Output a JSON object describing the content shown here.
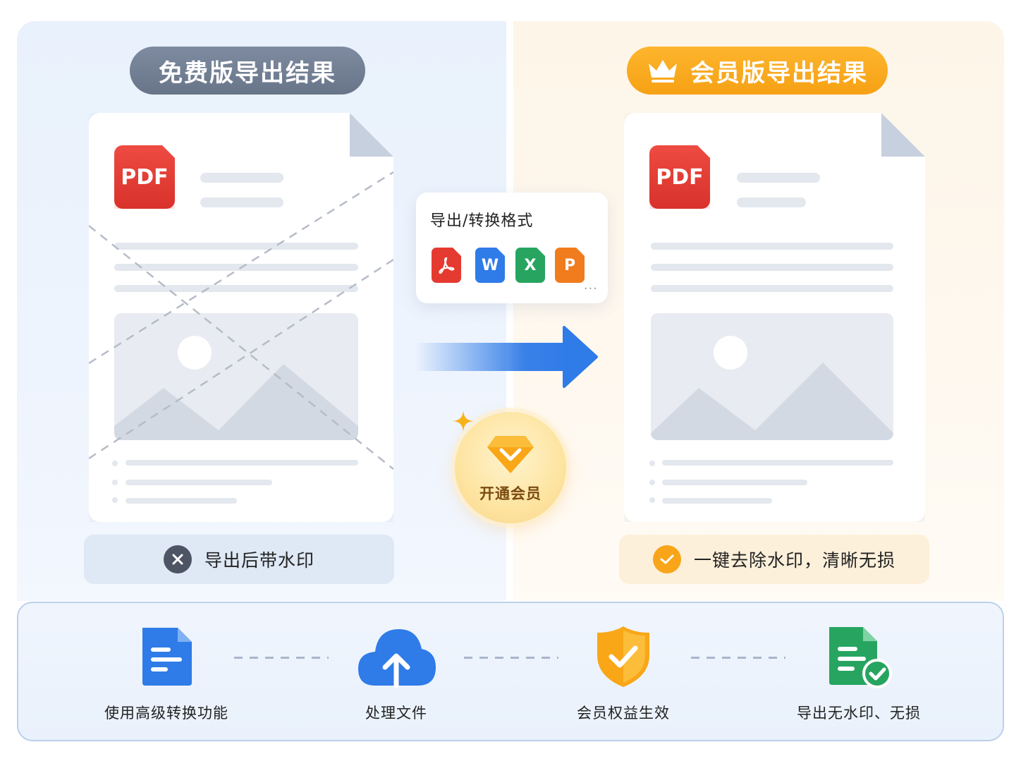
{
  "free": {
    "title": "免费版导出结果",
    "doc_badge": "PDF",
    "status": "导出后带水印",
    "status_icon": "close-icon"
  },
  "vip": {
    "title": "会员版导出结果",
    "title_icon": "crown-icon",
    "doc_badge": "PDF",
    "status": "一键去除水印，清晰无损",
    "status_icon": "check-icon"
  },
  "format_card": {
    "title": "导出/转换格式",
    "formats": [
      {
        "icon": "acrobat-icon",
        "letter": "",
        "color": "#e53a30"
      },
      {
        "icon": "word-icon",
        "letter": "W",
        "color": "#2f7be8"
      },
      {
        "icon": "excel-icon",
        "letter": "X",
        "color": "#27a560"
      },
      {
        "icon": "ppt-icon",
        "letter": "P",
        "color": "#f07c1e"
      }
    ],
    "more": "···"
  },
  "cta": {
    "label": "开通会员",
    "icon": "diamond-icon"
  },
  "steps": [
    {
      "label": "使用高级转换功能",
      "icon": "document-icon"
    },
    {
      "label": "处理文件",
      "icon": "cloud-upload-icon"
    },
    {
      "label": "会员权益生效",
      "icon": "shield-check-icon"
    },
    {
      "label": "导出无水印、无损",
      "icon": "document-check-icon"
    }
  ],
  "colors": {
    "accent_blue": "#2f7be8",
    "accent_gold": "#f8a51a",
    "pdf_red": "#e53a30",
    "free_gray": "#737f94"
  }
}
